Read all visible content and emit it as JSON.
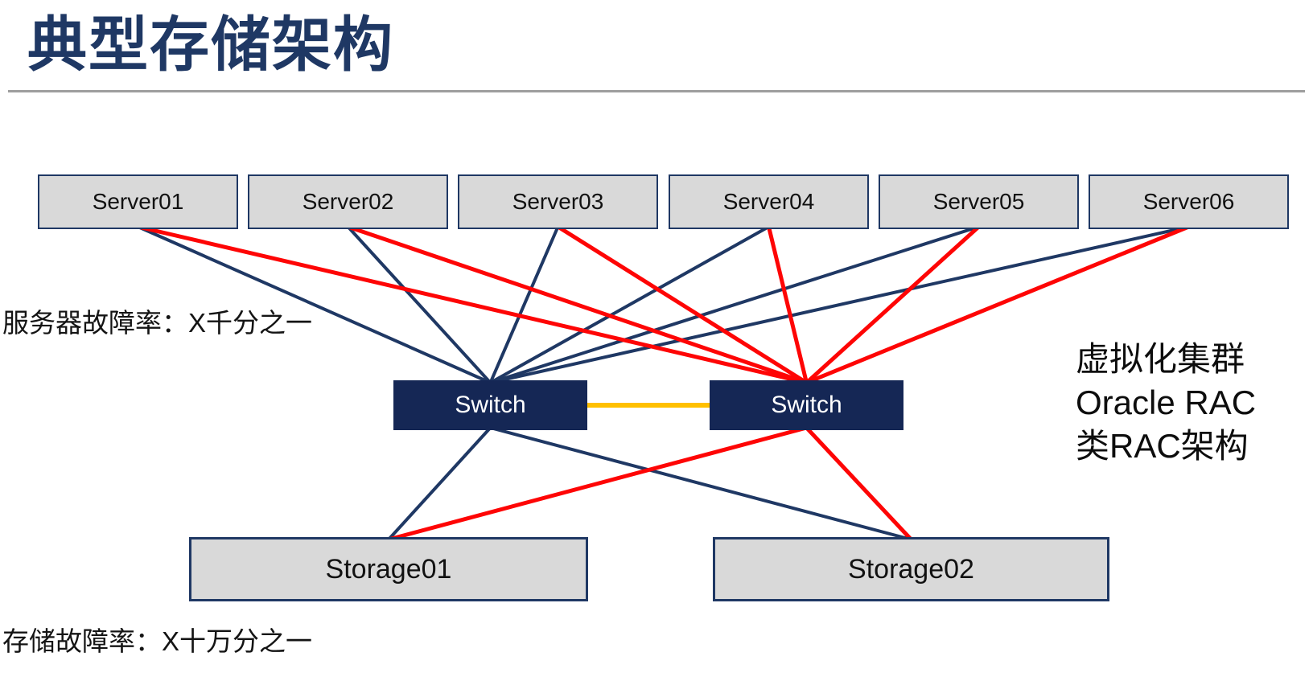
{
  "title": "典型存储架构",
  "colors": {
    "navy": "#1F3864",
    "red": "#FE0505",
    "link_orange": "#FFC000",
    "box_fill_gray": "#D9D9D9",
    "switch_fill_navy": "#152755",
    "title_navy": "#1F3864",
    "rule_gray": "#9E9E9E"
  },
  "nodes": {
    "servers": [
      {
        "id": "server-1",
        "label": "Server01"
      },
      {
        "id": "server-2",
        "label": "Server02"
      },
      {
        "id": "server-3",
        "label": "Server03"
      },
      {
        "id": "server-4",
        "label": "Server04"
      },
      {
        "id": "server-5",
        "label": "Server05"
      },
      {
        "id": "server-6",
        "label": "Server06"
      }
    ],
    "switches": [
      {
        "id": "switch-a",
        "label": "Switch"
      },
      {
        "id": "switch-b",
        "label": "Switch"
      }
    ],
    "storages": [
      {
        "id": "storage-1",
        "label": "Storage01"
      },
      {
        "id": "storage-2",
        "label": "Storage02"
      }
    ]
  },
  "annotations": {
    "server_failure_rate": "服务器故障率：X千分之一",
    "storage_failure_rate": "存储故障率：X十万分之一",
    "cluster_note": [
      "虚拟化集群",
      "Oracle RAC",
      "类RAC架构"
    ]
  },
  "connections": [
    {
      "from": "server-1",
      "fromAnchor": "bottom",
      "to": "switch-a",
      "toAnchor": "top",
      "color": "navy",
      "width": 4
    },
    {
      "from": "server-2",
      "fromAnchor": "bottom",
      "to": "switch-a",
      "toAnchor": "top",
      "color": "navy",
      "width": 4
    },
    {
      "from": "server-3",
      "fromAnchor": "bottom",
      "to": "switch-a",
      "toAnchor": "top",
      "color": "navy",
      "width": 4
    },
    {
      "from": "server-4",
      "fromAnchor": "bottom",
      "to": "switch-a",
      "toAnchor": "top",
      "color": "navy",
      "width": 4
    },
    {
      "from": "server-5",
      "fromAnchor": "bottom",
      "to": "switch-a",
      "toAnchor": "top",
      "color": "navy",
      "width": 4
    },
    {
      "from": "server-6",
      "fromAnchor": "bottom",
      "to": "switch-a",
      "toAnchor": "top",
      "color": "navy",
      "width": 4
    },
    {
      "from": "switch-a",
      "fromAnchor": "bottom",
      "to": "storage-1",
      "toAnchor": "top",
      "color": "navy",
      "width": 4
    },
    {
      "from": "switch-a",
      "fromAnchor": "bottom",
      "to": "storage-2",
      "toAnchor": "top",
      "color": "navy",
      "width": 4
    },
    {
      "from": "server-1",
      "fromAnchor": "bottom",
      "to": "switch-b",
      "toAnchor": "top",
      "color": "red",
      "width": 5
    },
    {
      "from": "server-2",
      "fromAnchor": "bottom",
      "to": "switch-b",
      "toAnchor": "top",
      "color": "red",
      "width": 5
    },
    {
      "from": "server-3",
      "fromAnchor": "bottom",
      "to": "switch-b",
      "toAnchor": "top",
      "color": "red",
      "width": 5
    },
    {
      "from": "server-4",
      "fromAnchor": "bottom",
      "to": "switch-b",
      "toAnchor": "top",
      "color": "red",
      "width": 5
    },
    {
      "from": "server-5",
      "fromAnchor": "bottom",
      "to": "switch-b",
      "toAnchor": "top",
      "color": "red",
      "width": 5
    },
    {
      "from": "server-6",
      "fromAnchor": "bottom",
      "to": "switch-b",
      "toAnchor": "top",
      "color": "red",
      "width": 5
    },
    {
      "from": "switch-b",
      "fromAnchor": "bottom",
      "to": "storage-1",
      "toAnchor": "top",
      "color": "red",
      "width": 5
    },
    {
      "from": "switch-b",
      "fromAnchor": "bottom",
      "to": "storage-2",
      "toAnchor": "top",
      "color": "red",
      "width": 5
    },
    {
      "from": "switch-a",
      "fromAnchor": "right",
      "to": "switch-b",
      "toAnchor": "left",
      "color": "link_orange",
      "width": 6
    }
  ]
}
